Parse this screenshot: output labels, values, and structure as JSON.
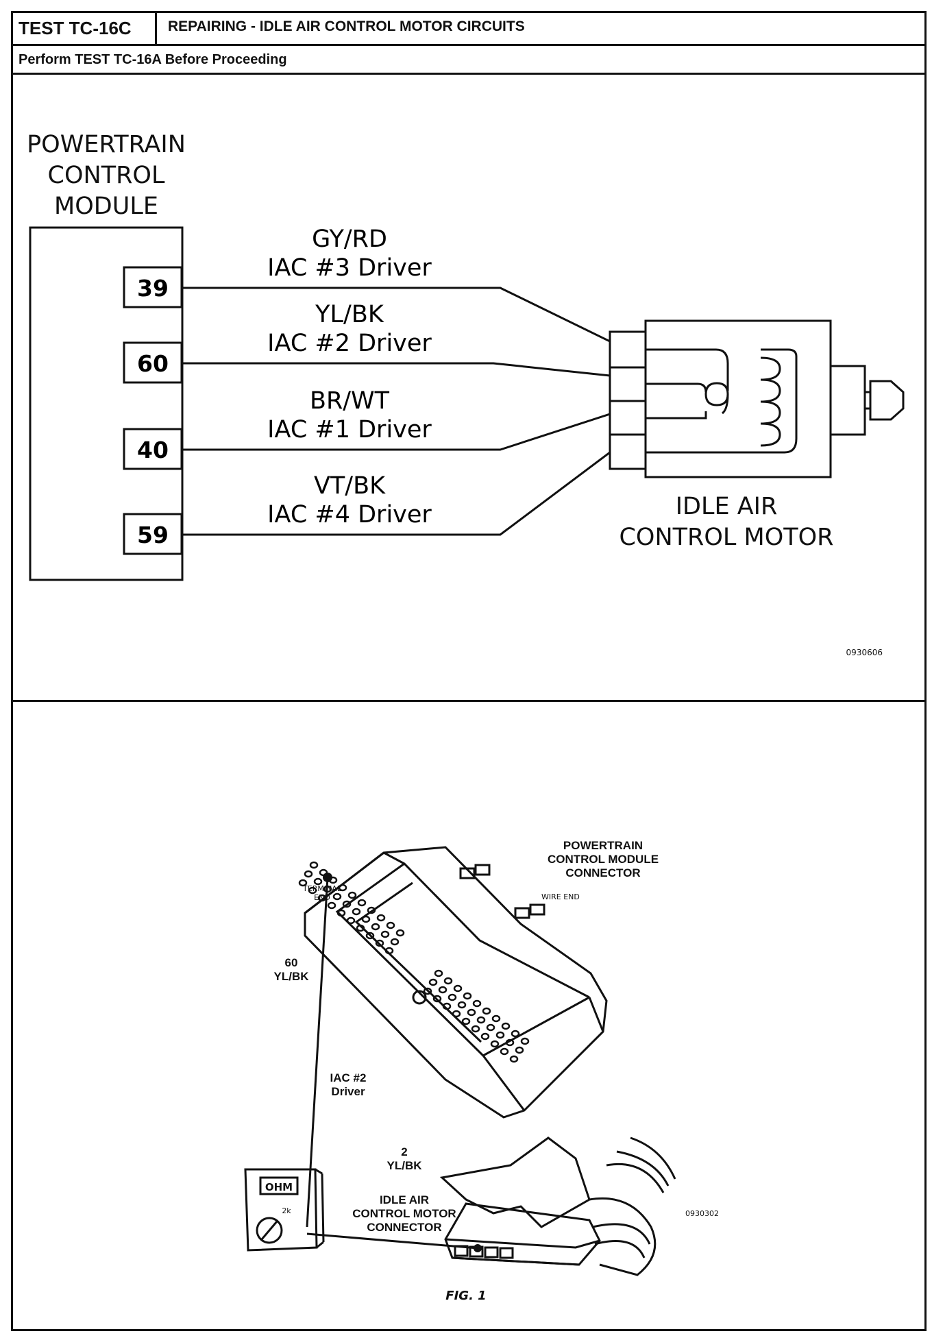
{
  "header": {
    "test_id": "TEST TC-16C",
    "title": "REPAIRING - IDLE AIR CONTROL MOTOR CIRCUITS",
    "prerequisite": "Perform TEST TC-16A Before Proceeding"
  },
  "schematic": {
    "module_label": [
      "POWERTRAIN",
      "CONTROL",
      "MODULE"
    ],
    "circuits": [
      {
        "pin": "39",
        "color": "GY/RD",
        "name": "IAC #3 Driver"
      },
      {
        "pin": "60",
        "color": "YL/BK",
        "name": "IAC #2 Driver"
      },
      {
        "pin": "40",
        "color": "BR/WT",
        "name": "IAC #1 Driver"
      },
      {
        "pin": "59",
        "color": "VT/BK",
        "name": "IAC #4 Driver"
      }
    ],
    "motor_label": [
      "IDLE AIR",
      "CONTROL MOTOR"
    ],
    "figure_code": "0930606"
  },
  "connector_view": {
    "pcm_connector_label": [
      "POWERTRAIN",
      "CONTROL MODULE",
      "CONNECTOR"
    ],
    "terminal_end": [
      "TERMINAL",
      "END"
    ],
    "wire_end": "WIRE END",
    "pin_callout": [
      "60",
      "YL/BK"
    ],
    "iac_callout": [
      "IAC #2",
      "Driver"
    ],
    "motor_pin_callout": [
      "2",
      "YL/BK"
    ],
    "meter_display": "OHM",
    "meter_range": "2k",
    "iac_connector_label": [
      "IDLE AIR",
      "CONTROL MOTOR",
      "CONNECTOR"
    ],
    "figure_code": "0930302",
    "caption": "FIG. 1"
  }
}
